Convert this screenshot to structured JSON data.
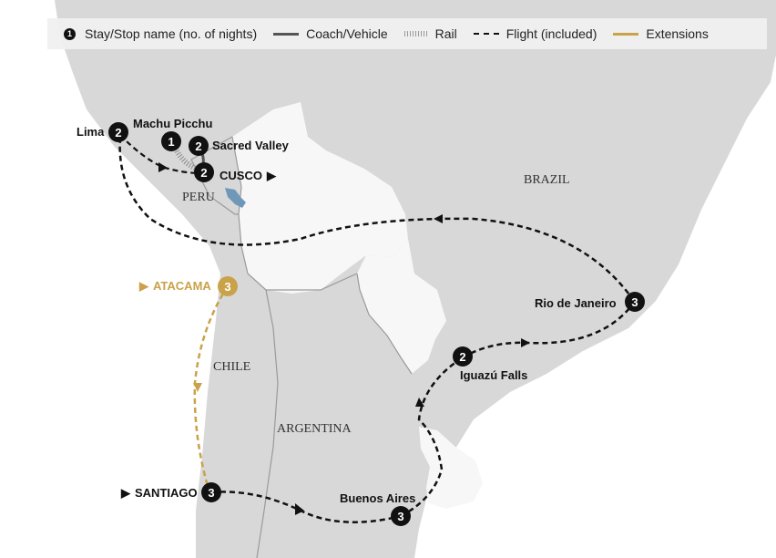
{
  "legend": {
    "stop_number": "1",
    "stop_label": "Stay/Stop name (no. of nights)",
    "coach_label": "Coach/Vehicle",
    "rail_label": "Rail",
    "flight_label": "Flight (included)",
    "extension_label": "Extensions"
  },
  "colors": {
    "land": "#d8d8d8",
    "neighbour_land": "#f7f7f7",
    "sea": "#ffffff",
    "route": "#111111",
    "extension": "#c9a24a",
    "lake": "#6f97b8"
  },
  "countries": {
    "peru": "PERU",
    "brazil": "BRAZIL",
    "chile": "CHILE",
    "argentina": "ARGENTINA"
  },
  "stops": {
    "lima": {
      "name": "Lima",
      "nights": "2"
    },
    "machu_picchu": {
      "name": "Machu Picchu",
      "nights": "1"
    },
    "sacred_valley": {
      "name": "Sacred Valley",
      "nights": "2"
    },
    "cusco": {
      "name": "CUSCO",
      "nights": "2",
      "marker": "▶"
    },
    "atacama": {
      "name": "ATACAMA",
      "nights": "3",
      "marker": "▶"
    },
    "santiago": {
      "name": "SANTIAGO",
      "nights": "3",
      "marker": "▶"
    },
    "buenos_aires": {
      "name": "Buenos Aires",
      "nights": "3"
    },
    "iguazu": {
      "name": "Iguazú Falls",
      "nights": "2"
    },
    "rio": {
      "name": "Rio de Janeiro",
      "nights": "3"
    }
  }
}
